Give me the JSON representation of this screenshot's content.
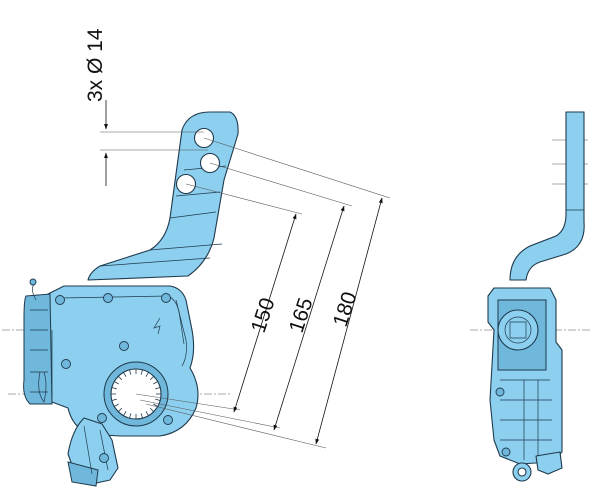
{
  "title": "",
  "dimensions": {
    "hole_spec": "3x Ø 14",
    "radius_1": "150",
    "radius_2": "165",
    "radius_3": "180"
  },
  "colors": {
    "part_fill": "#8ccfee",
    "part_shade": "#6fb8dc",
    "outline": "#1f3a4d",
    "dimension_line": "#111111",
    "background": "#ffffff"
  },
  "views": [
    "front-view",
    "side-view"
  ]
}
